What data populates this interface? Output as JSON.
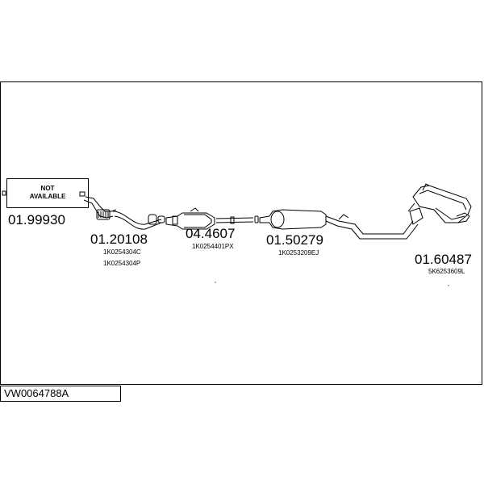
{
  "diagram_code": "VW0064788A",
  "not_available": {
    "line1": "NOT",
    "line2": "AVAILABLE"
  },
  "parts": [
    {
      "number": "01.99930",
      "refs": []
    },
    {
      "number": "01.20108",
      "refs": [
        "1K0254304C",
        "1K0254304P"
      ]
    },
    {
      "number": "04.4607",
      "refs": [
        "1K0254401PX"
      ]
    },
    {
      "number": "01.50279",
      "refs": [
        "1K0253209EJ"
      ]
    },
    {
      "number": "01.60487",
      "refs": [
        "5K6253609L"
      ]
    }
  ]
}
